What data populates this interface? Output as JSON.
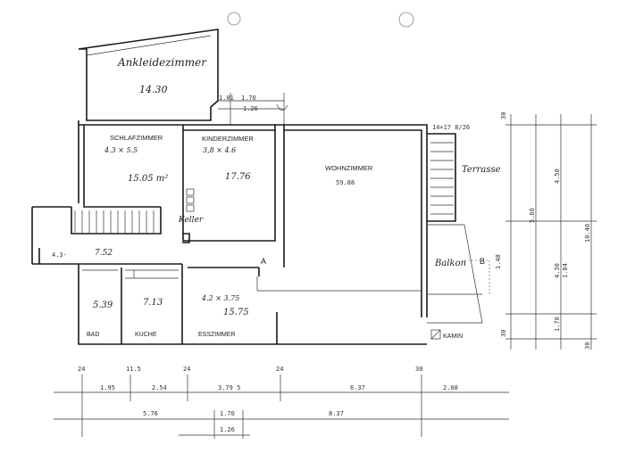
{
  "rooms": {
    "ankleidezimmer": {
      "name": "Ankleidezimmer",
      "area": "14.30"
    },
    "schlafzimmer": {
      "name": "SCHLAFZIMMER",
      "size": "4.3 × 5.5",
      "area": "15.05 m²"
    },
    "kinderzimmer": {
      "name": "KINDERZIMMER",
      "size": "3,8 × 4.6",
      "area": "17.76"
    },
    "wohnzimmer": {
      "name": "WOHNZIMMER",
      "area": "59.88"
    },
    "hall": {
      "area": "7.52",
      "side_dim": "4.3-"
    },
    "bad": {
      "name": "BAD",
      "area": "5.39"
    },
    "kuche": {
      "name": "KUCHE",
      "area": "7.13"
    },
    "esszimmer": {
      "name": "ESSZIMMER",
      "size": "4.2 × 3.75",
      "area": "15.75"
    },
    "keller": {
      "name": "Keller"
    },
    "terrasse": {
      "name": "Terrasse"
    },
    "balkon": {
      "name": "Balkon"
    },
    "kamin": {
      "name": "KAMIN"
    }
  },
  "markers": {
    "a": "A",
    "b": "B"
  },
  "top_dims": {
    "d1": "1.01",
    "d2": "1.70",
    "d3": "1.26"
  },
  "stair_label": "14×17 8/26",
  "right_dims": {
    "r1": "30",
    "r2": "4.50",
    "r3": "5.60",
    "r4": "10.40",
    "r5": "4.30",
    "r6": "1.84",
    "r7": "1.48",
    "r8": "1.70",
    "r9": "30",
    "r10": "30"
  },
  "bottom_ticks": [
    "24",
    "11.5",
    "24",
    "24",
    "30"
  ],
  "bottom_row1": [
    "1.95",
    "2.54",
    "3.79 5",
    "6.37",
    "2.08"
  ],
  "bottom_row2": [
    "5.76",
    "1.70",
    "8.37"
  ],
  "bottom_row3": [
    "1.26"
  ]
}
